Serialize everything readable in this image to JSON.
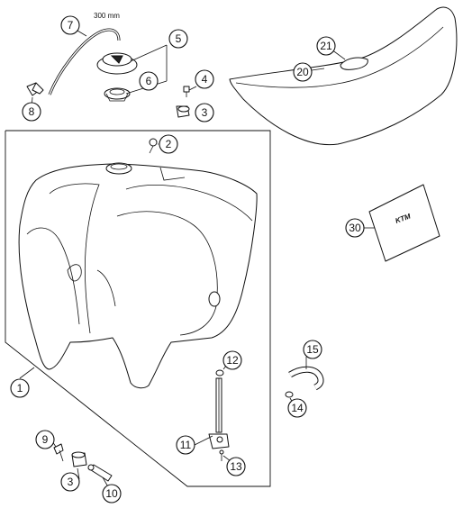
{
  "dimension_label": "300 mm",
  "callouts": [
    "1",
    "2",
    "3",
    "4",
    "5",
    "6",
    "7",
    "8",
    "9",
    "10",
    "11",
    "12",
    "13",
    "14",
    "15",
    "20",
    "21",
    "30"
  ],
  "decal_text": "KTM",
  "colors": {
    "line": "#111111",
    "background": "#ffffff"
  }
}
